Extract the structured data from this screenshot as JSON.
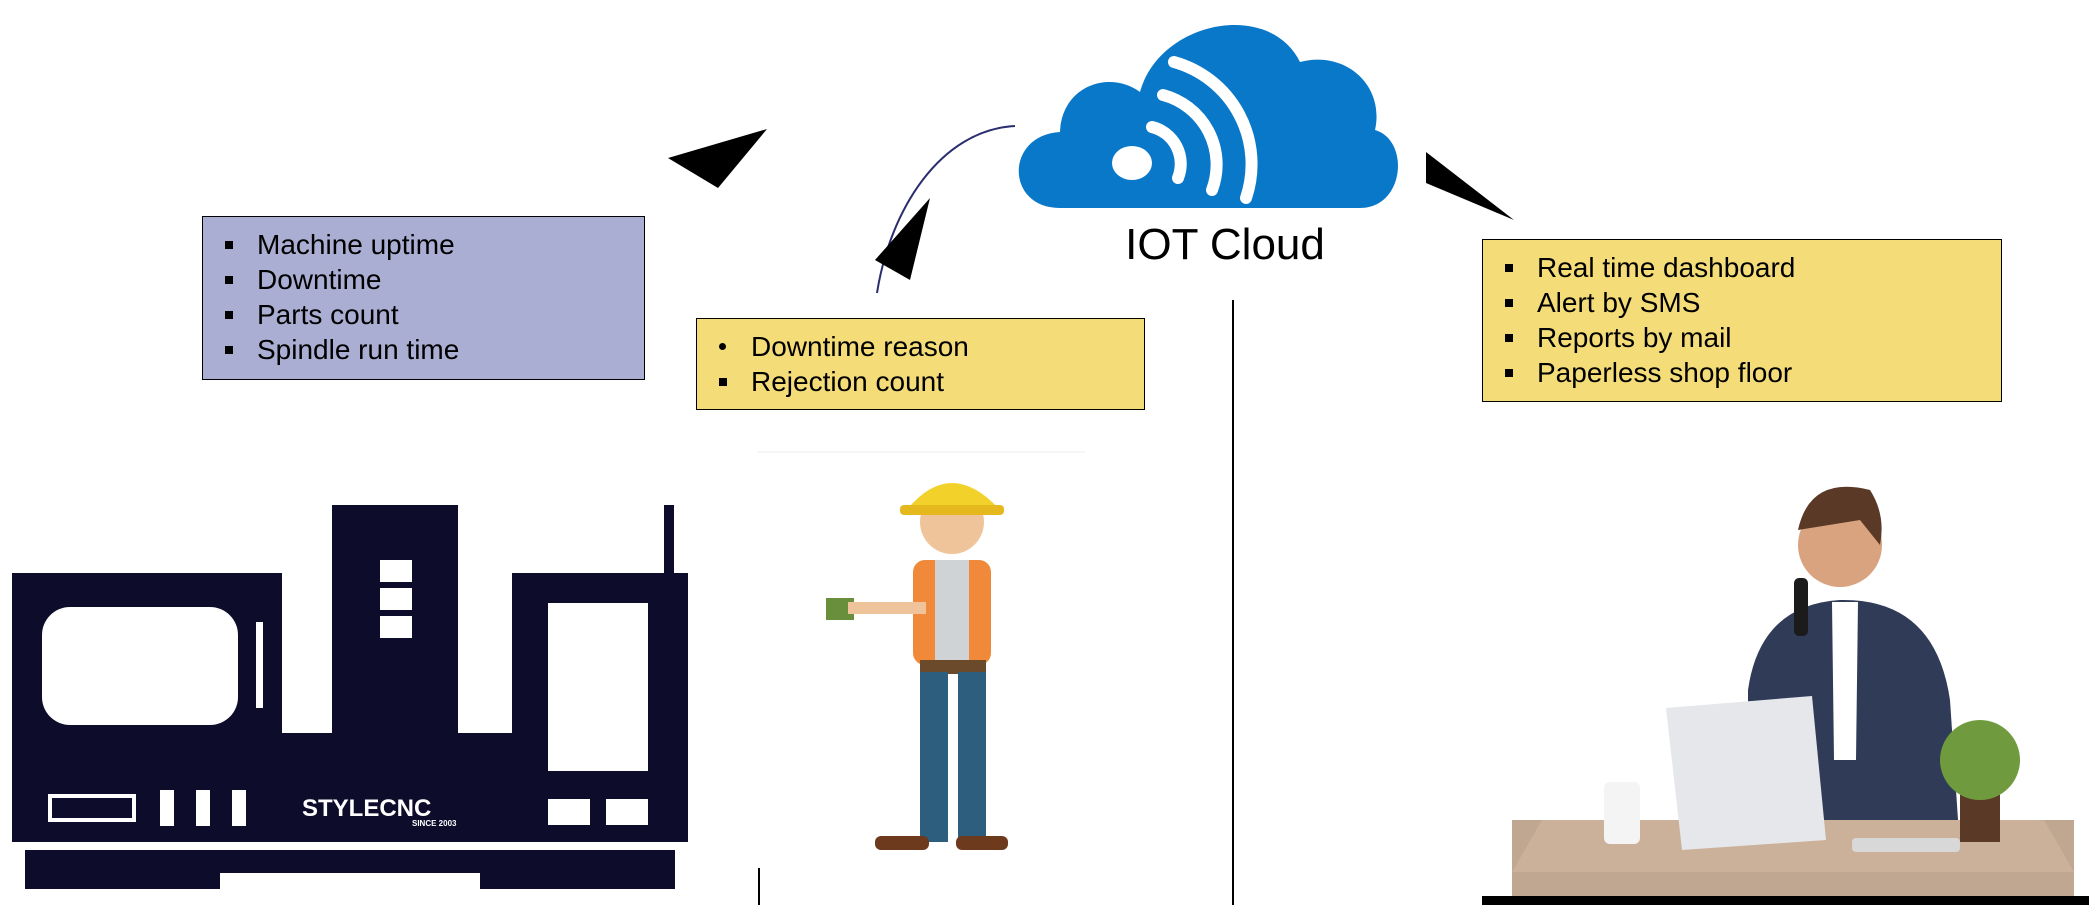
{
  "cloud": {
    "label": "IOT Cloud",
    "color": "#0a78c8"
  },
  "machine_metrics": {
    "items": [
      "Machine uptime",
      "Downtime",
      "Parts count",
      "Spindle run time"
    ],
    "color": "#aaaed2"
  },
  "operator_inputs": {
    "items": [
      "Downtime reason",
      "Rejection count"
    ],
    "color": "#f4dc78"
  },
  "outputs": {
    "items": [
      "Real time dashboard",
      "Alert by SMS",
      "Reports by mail",
      "Paperless shop floor"
    ],
    "color": "#f4dc78"
  },
  "machine": {
    "brand": "STYLECNC",
    "since": "SINCE 2003",
    "color": "#0d0d2b"
  }
}
